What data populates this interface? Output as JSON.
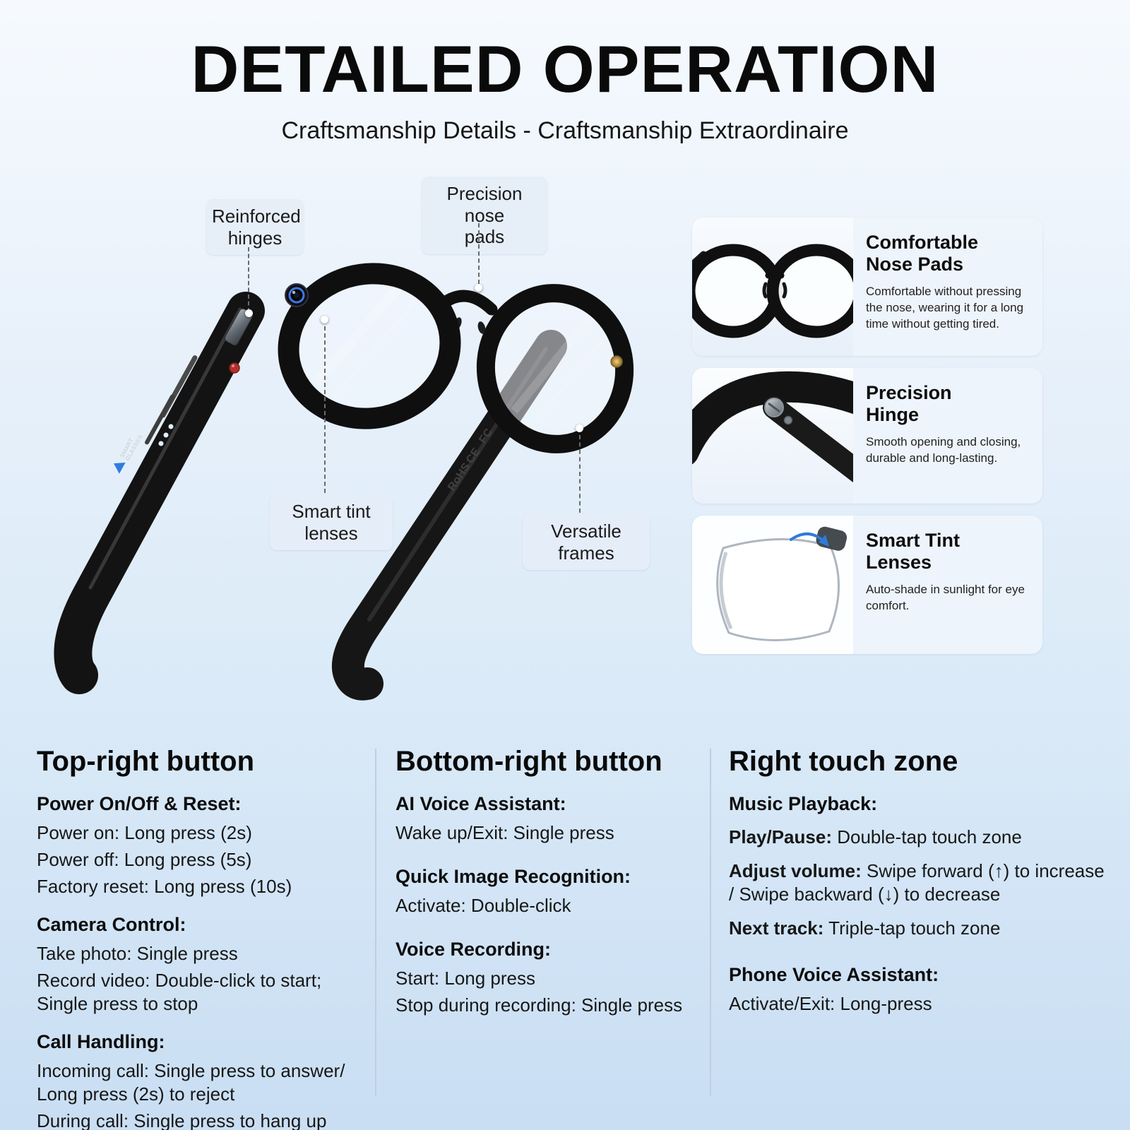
{
  "header": {
    "title": "DETAILED OPERATION",
    "subtitle": "Craftsmanship Details - Craftsmanship Extraordinaire"
  },
  "callouts": [
    {
      "lines": [
        "Reinforced",
        "hinges"
      ]
    },
    {
      "lines": [
        "Precision nose",
        "pads"
      ]
    },
    {
      "lines": [
        "Smart tint",
        "lenses"
      ]
    },
    {
      "lines": [
        "Versatile",
        "frames"
      ]
    }
  ],
  "glasses": {
    "logo_lines": [
      "SMART",
      "GLASSES"
    ],
    "certifications": [
      "FC",
      "CE",
      "RoHS"
    ]
  },
  "feature_cards": [
    {
      "title_lines": [
        "Comfortable",
        "Nose Pads"
      ],
      "description": "Comfortable without pressing the nose, wearing it for a long time without getting tired."
    },
    {
      "title_lines": [
        "Precision",
        "Hinge"
      ],
      "description": "Smooth opening and closing, durable and long-lasting."
    },
    {
      "title_lines": [
        "Smart Tint",
        "Lenses"
      ],
      "description": "Auto-shade in sunlight for eye comfort."
    }
  ],
  "operations": {
    "col1": {
      "title": "Top-right button",
      "sections": [
        {
          "heading": "Power On/Off & Reset:",
          "lines": [
            "Power on: Long press (2s)",
            "Power off: Long press (5s)",
            "Factory reset: Long press (10s)"
          ]
        },
        {
          "heading": "Camera Control:",
          "lines": [
            "Take photo: Single press",
            "Record video: Double-click to start; Single press to stop"
          ]
        },
        {
          "heading": "Call Handling:",
          "lines": [
            "Incoming call: Single press to answer/ Long press (2s) to reject",
            "During call: Single press to hang up"
          ]
        }
      ]
    },
    "col2": {
      "title": "Bottom-right button",
      "sections": [
        {
          "heading": "AI Voice Assistant:",
          "lines": [
            "Wake up/Exit: Single press"
          ]
        },
        {
          "heading": "Quick Image Recognition:",
          "lines": [
            "Activate: Double-click"
          ]
        },
        {
          "heading": "Voice Recording:",
          "lines": [
            "Start: Long press",
            "Stop during recording: Single press"
          ]
        }
      ]
    },
    "col3": {
      "title": "Right touch zone",
      "heading1": "Music Playback:",
      "items": [
        {
          "label": "Play/Pause:",
          "text": " Double-tap touch zone"
        },
        {
          "label": "Adjust volume:",
          "text": " Swipe forward (↑) to increase / Swipe backward (↓) to decrease"
        },
        {
          "label": "Next track:",
          "text": " Triple-tap touch zone"
        }
      ],
      "heading2": "Phone Voice Assistant:",
      "line2": "Activate/Exit: Long-press"
    }
  }
}
